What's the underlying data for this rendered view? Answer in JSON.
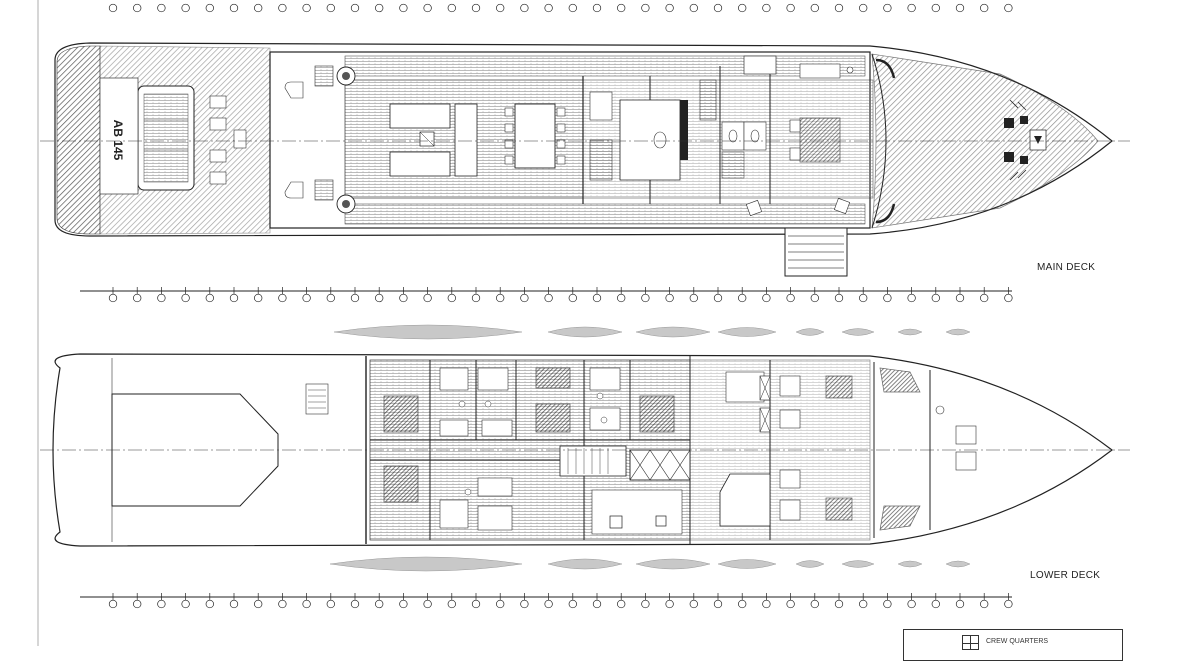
{
  "model_name": "AB 145",
  "decks": [
    {
      "id": "main",
      "label": "MAIN DECK"
    },
    {
      "id": "lower",
      "label": "LOWER DECK"
    }
  ],
  "frame_stations": 38,
  "legend": {
    "text": "CREW QUARTERS"
  },
  "colors": {
    "line": "#222222",
    "hatch": "#444444",
    "shade": "#c8c8c8",
    "paper": "#ffffff"
  }
}
